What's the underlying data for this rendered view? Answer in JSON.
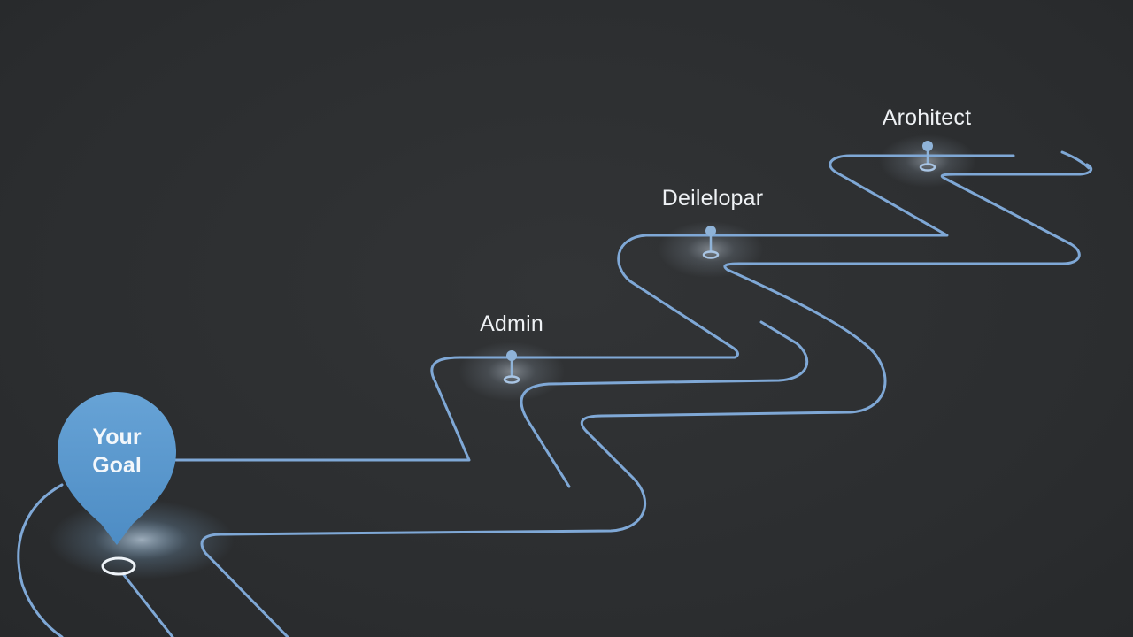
{
  "goal": {
    "line1": "Your",
    "line2": "Goal"
  },
  "milestones": [
    {
      "label": "Admin"
    },
    {
      "label": "Deilelopar"
    },
    {
      "label": "Arohitect"
    }
  ],
  "colors": {
    "background": "#2c2e30",
    "path_line": "#7fa8d6",
    "goal_pin": "#5b98cf",
    "marker": "#8fb3d8",
    "label_text": "#eef1f4"
  },
  "icons": [
    "map-pin-icon",
    "milestone-marker-icon"
  ]
}
